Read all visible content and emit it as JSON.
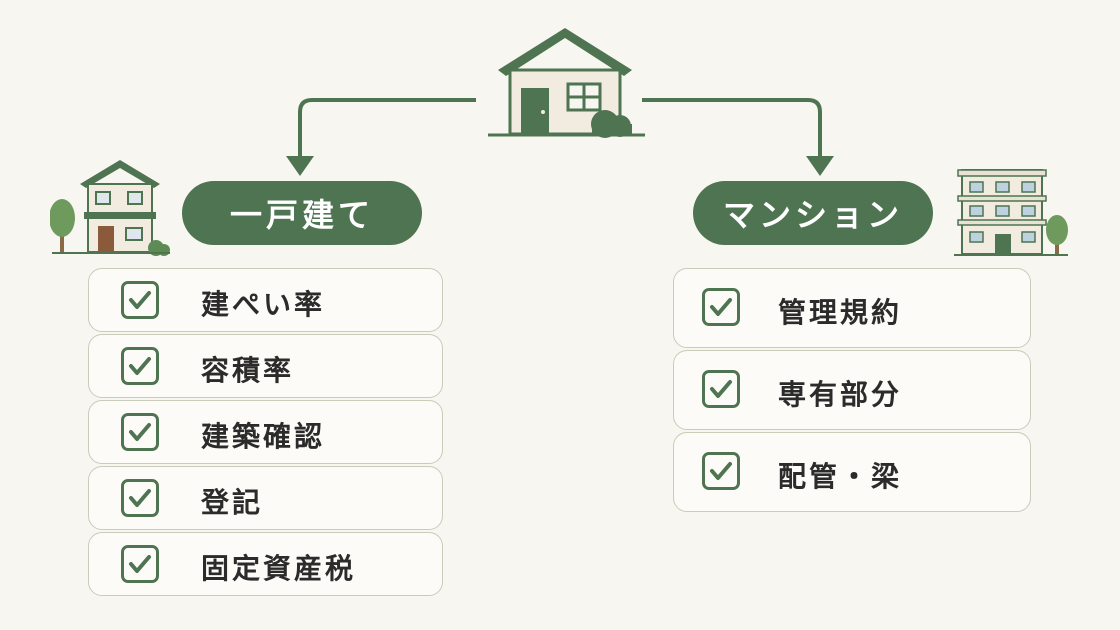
{
  "colors": {
    "accent": "#4e7452",
    "background": "#f8f6f0",
    "card_border": "#c9ccb8"
  },
  "icons": {
    "top": "house-icon",
    "left": "detached-house-icon",
    "right": "apartment-building-icon",
    "check": "checkbox-checked-icon"
  },
  "branches": [
    {
      "title": "一戸建て",
      "items": [
        "建ぺい率",
        "容積率",
        "建築確認",
        "登記",
        "固定資産税"
      ]
    },
    {
      "title": "マンション",
      "items": [
        "管理規約",
        "専有部分",
        "配管・梁"
      ]
    }
  ]
}
